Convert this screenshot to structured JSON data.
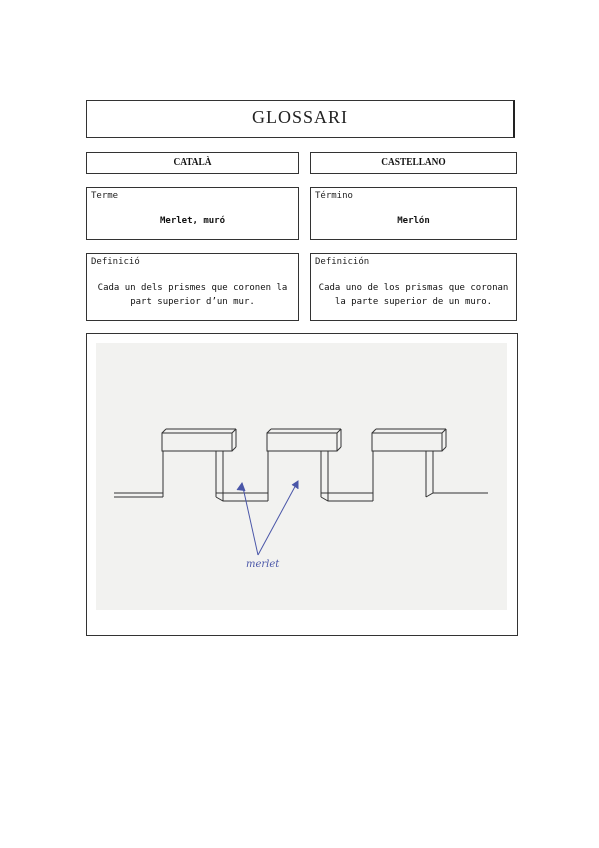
{
  "header": {
    "title": "GLOSSARI"
  },
  "catalan": {
    "language": "CATALÀ",
    "term_label": "Terme",
    "term_value": "Merlet, muró",
    "definition_label": "Definició",
    "definition_text": "Cada un dels prismes que coronen la part superior d’un mur."
  },
  "castellano": {
    "language": "CASTELLANO",
    "term_label": "Término",
    "term_value": "Merlón",
    "definition_label": "Definición",
    "definition_text": "Cada uno de los prismas que coronan la parte superior de un muro."
  },
  "illustration": {
    "annotation": "merlet",
    "sketch_line_color": "#333333",
    "arrow_color": "#4a56a8",
    "paper_color": "#f2f2f0"
  }
}
